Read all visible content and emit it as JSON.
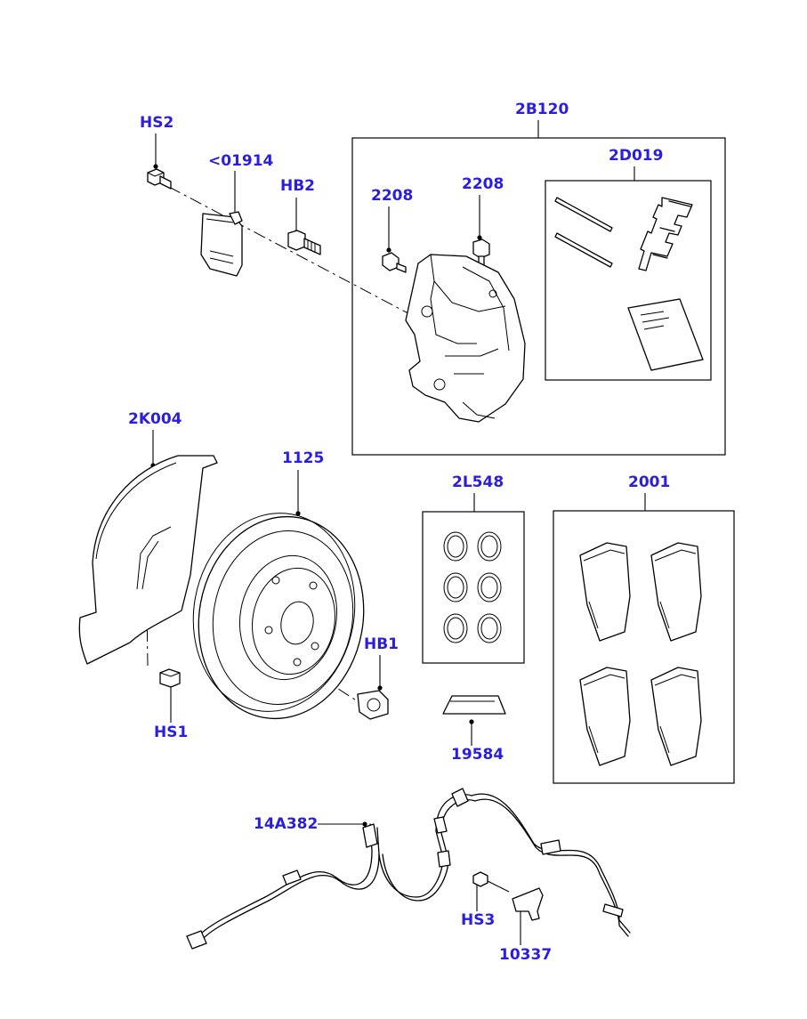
{
  "diagram": {
    "labels": {
      "hs2": "HS2",
      "part_01914": "<01914",
      "hb2": "HB2",
      "kit_2b120": "2B120",
      "sensor_2208_left": "2208",
      "sensor_2208_right": "2208",
      "kit_2d019": "2D019",
      "shield_2k004": "2K004",
      "disc_1125": "1125",
      "seals_2l548": "2L548",
      "pads_2001": "2001",
      "hb1": "HB1",
      "hs1": "HS1",
      "part_19584": "19584",
      "harness_14a382": "14A382",
      "hs3": "HS3",
      "bracket_10337": "10337"
    },
    "colors": {
      "label": "#2a1ee0",
      "line": "#000000",
      "background": "#ffffff"
    }
  }
}
